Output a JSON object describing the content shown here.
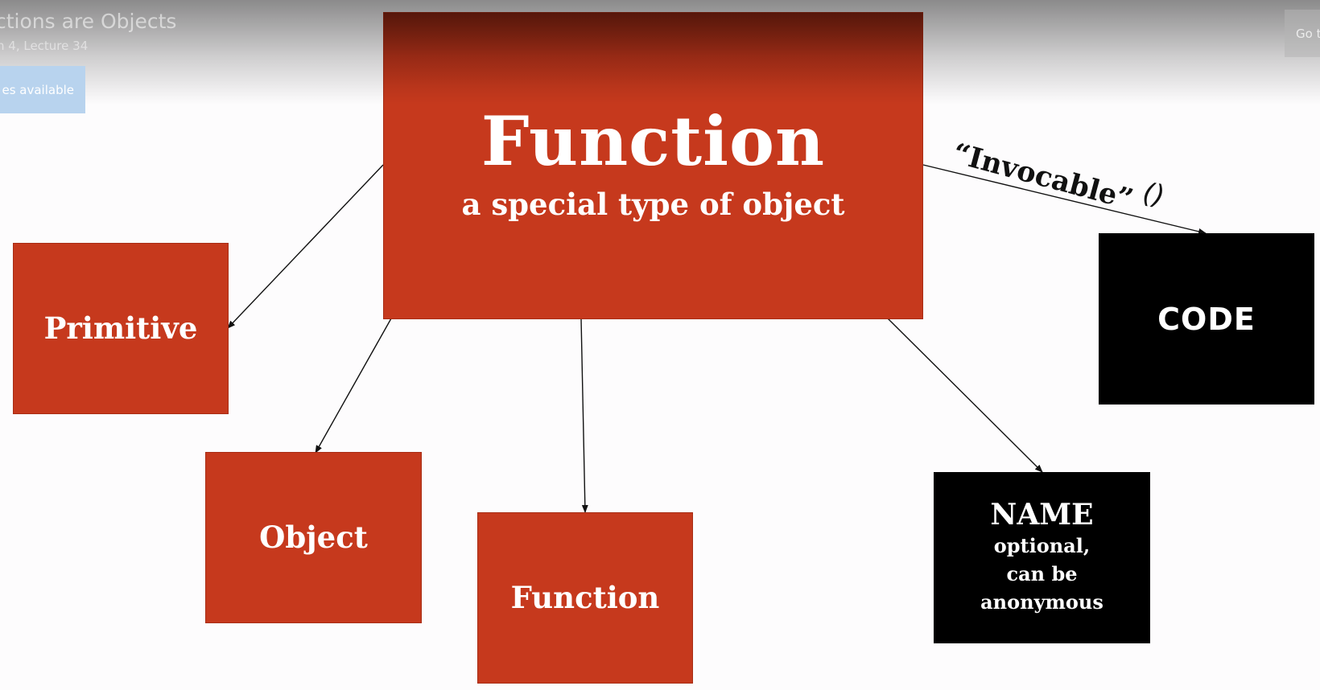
{
  "header": {
    "lecture_title": "ctions are Objects",
    "lecture_subtitle": "n 4, Lecture 34",
    "resources_label": "es available",
    "goto_label": "Go t"
  },
  "slide": {
    "main_box": {
      "title": "Function",
      "subtitle": "a special type of object"
    },
    "primitive_label": "Primitive",
    "object_label": "Object",
    "function_label": "Function",
    "code_label": "CODE",
    "name_box": {
      "title": "NAME",
      "lines": [
        "optional,",
        "can be",
        "anonymous"
      ]
    },
    "invocable_label": "“Invocable”",
    "parens_label": "()"
  },
  "colors": {
    "box_red": "#c6391d",
    "box_black": "#000000",
    "text_white": "#ffffff",
    "resources_button_bg": "#b8d3ee"
  }
}
